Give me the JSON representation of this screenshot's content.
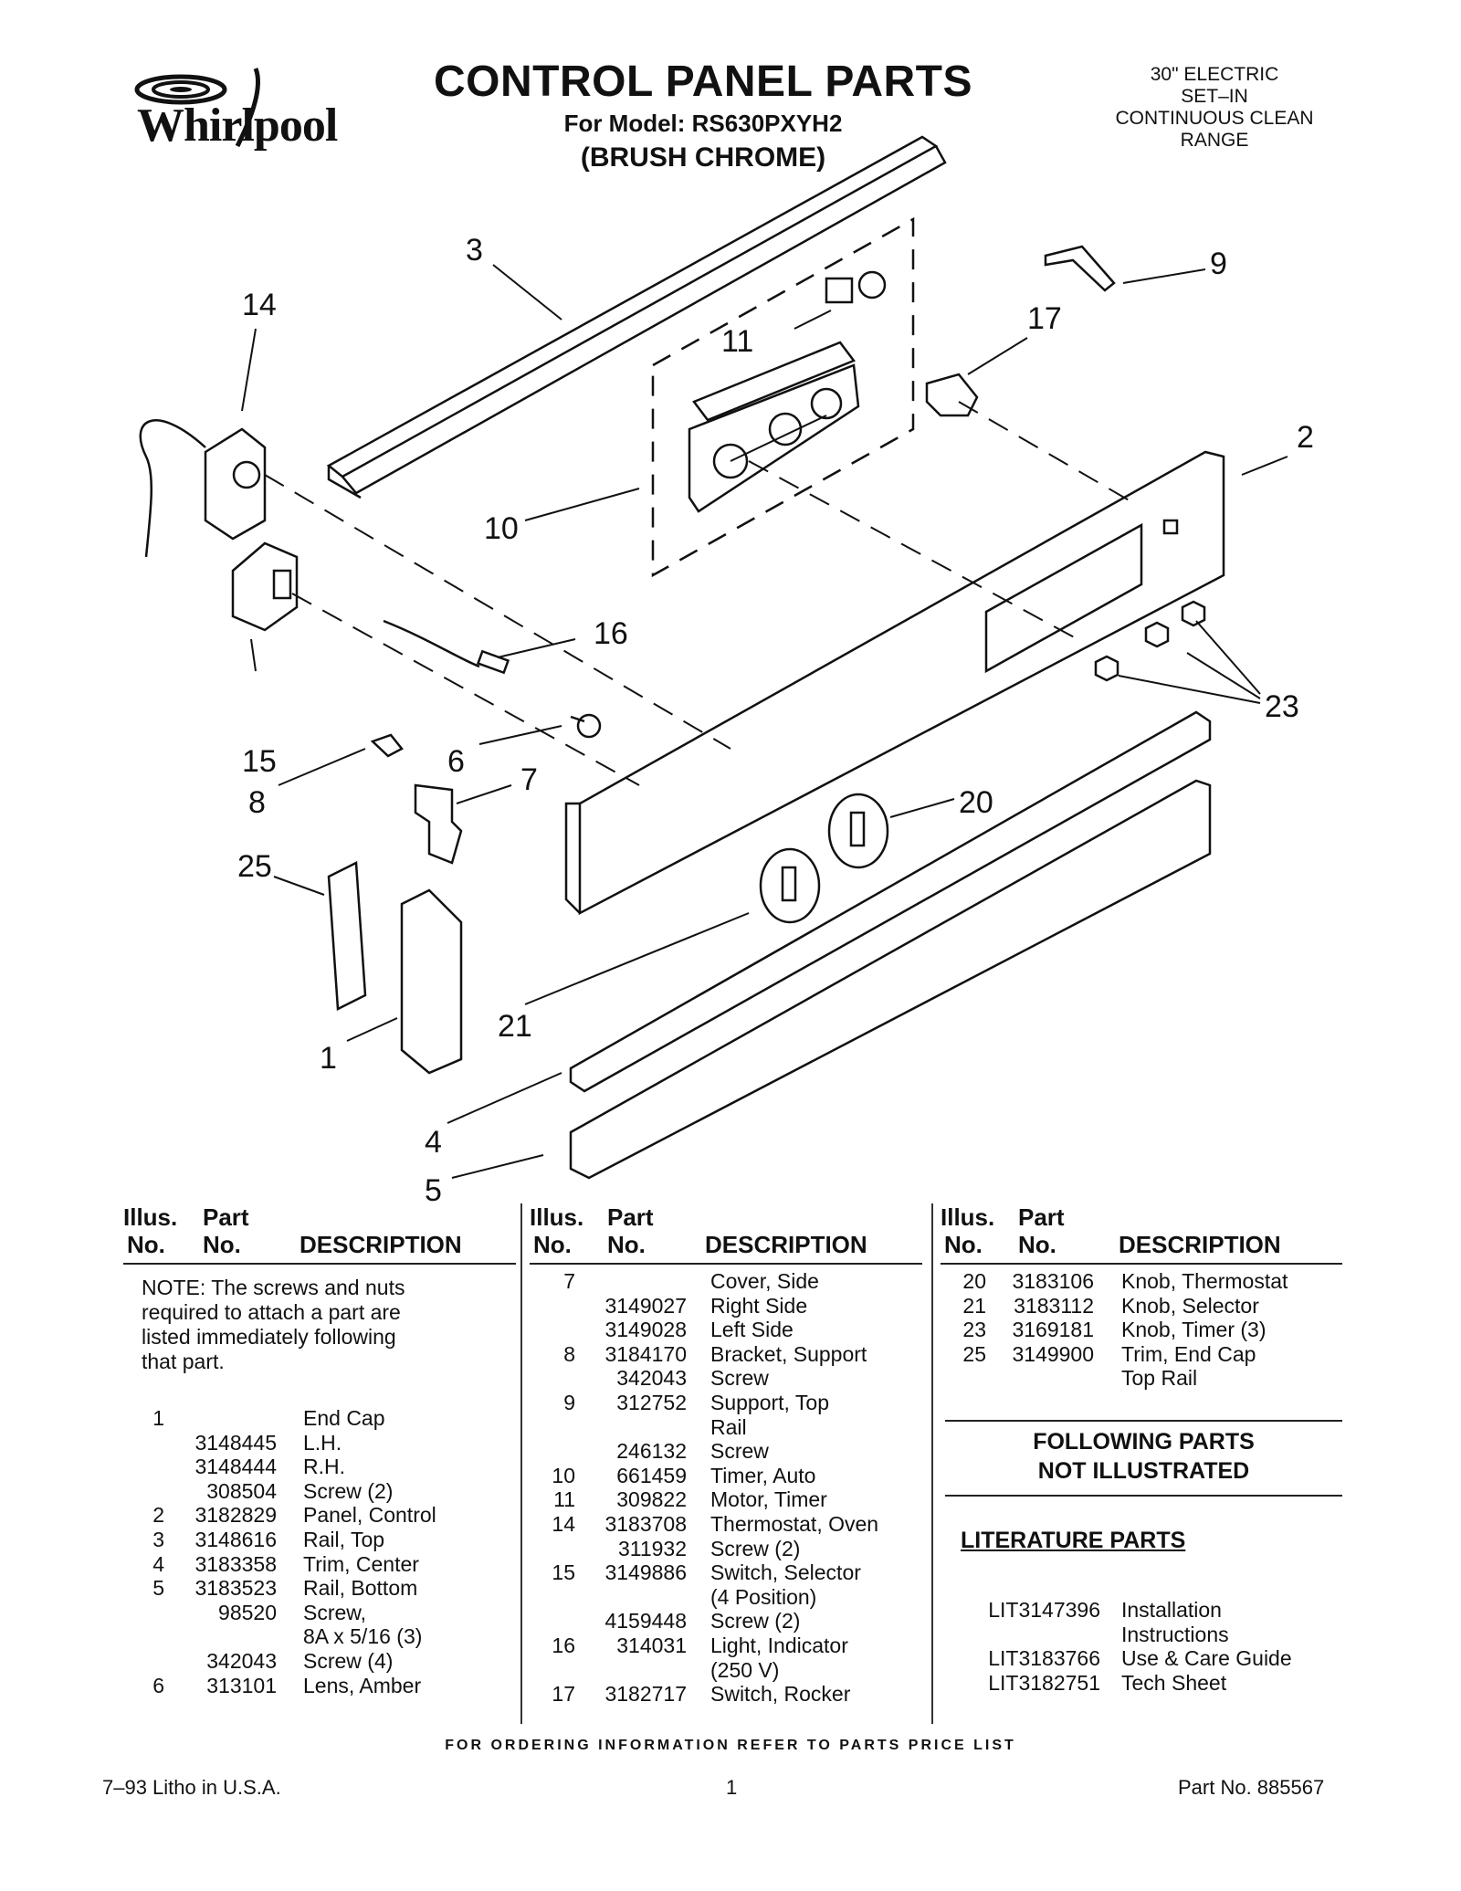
{
  "header": {
    "brand": "Whirlpool",
    "title": "CONTROL PANEL PARTS",
    "model_line": "For Model: RS630PXYH2",
    "variant": "(BRUSH CHROME)",
    "range_info": [
      "30\" ELECTRIC",
      "SET–IN",
      "CONTINUOUS CLEAN",
      "RANGE"
    ]
  },
  "callouts": [
    "3",
    "14",
    "9",
    "17",
    "11",
    "2",
    "10",
    "16",
    "23",
    "15",
    "6",
    "8",
    "7",
    "20",
    "25",
    "21",
    "1",
    "4",
    "5"
  ],
  "table": {
    "headers": {
      "illus_1": "Illus.",
      "illus_2": "No.",
      "part_1": "Part",
      "part_2": "No.",
      "desc": "DESCRIPTION"
    },
    "note": [
      "NOTE: The screws and nuts",
      "required to attach a part are",
      "listed immediately following",
      "that part."
    ],
    "col1": [
      {
        "illus": "1",
        "part": "",
        "desc": "End Cap"
      },
      {
        "illus": "",
        "part": "3148445",
        "desc": "L.H."
      },
      {
        "illus": "",
        "part": "3148444",
        "desc": "R.H."
      },
      {
        "illus": "",
        "part": "308504",
        "desc": "Screw (2)"
      },
      {
        "illus": "2",
        "part": "3182829",
        "desc": "Panel, Control"
      },
      {
        "illus": "3",
        "part": "3148616",
        "desc": "Rail, Top"
      },
      {
        "illus": "4",
        "part": "3183358",
        "desc": "Trim, Center"
      },
      {
        "illus": "5",
        "part": "3183523",
        "desc": "Rail, Bottom"
      },
      {
        "illus": "",
        "part": "98520",
        "desc": "Screw,"
      },
      {
        "illus": "",
        "part": "",
        "desc": "8A x 5/16 (3)"
      },
      {
        "illus": "",
        "part": "342043",
        "desc": "Screw (4)"
      },
      {
        "illus": "6",
        "part": "313101",
        "desc": "Lens, Amber"
      }
    ],
    "col2": [
      {
        "illus": "7",
        "part": "",
        "desc": "Cover, Side"
      },
      {
        "illus": "",
        "part": "3149027",
        "desc": "Right Side"
      },
      {
        "illus": "",
        "part": "3149028",
        "desc": "Left Side"
      },
      {
        "illus": "8",
        "part": "3184170",
        "desc": "Bracket, Support"
      },
      {
        "illus": "",
        "part": "342043",
        "desc": "Screw"
      },
      {
        "illus": "9",
        "part": "312752",
        "desc": "Support, Top"
      },
      {
        "illus": "",
        "part": "",
        "desc": "Rail"
      },
      {
        "illus": "",
        "part": "246132",
        "desc": "Screw"
      },
      {
        "illus": "10",
        "part": "661459",
        "desc": "Timer, Auto"
      },
      {
        "illus": "11",
        "part": "309822",
        "desc": "Motor, Timer"
      },
      {
        "illus": "14",
        "part": "3183708",
        "desc": "Thermostat, Oven"
      },
      {
        "illus": "",
        "part": "311932",
        "desc": "Screw (2)"
      },
      {
        "illus": "15",
        "part": "3149886",
        "desc": "Switch, Selector"
      },
      {
        "illus": "",
        "part": "",
        "desc": "(4 Position)"
      },
      {
        "illus": "",
        "part": "4159448",
        "desc": "Screw (2)"
      },
      {
        "illus": "16",
        "part": "314031",
        "desc": "Light, Indicator"
      },
      {
        "illus": "",
        "part": "",
        "desc": "(250 V)"
      },
      {
        "illus": "17",
        "part": "3182717",
        "desc": "Switch, Rocker"
      }
    ],
    "col3": [
      {
        "illus": "20",
        "part": "3183106",
        "desc": "Knob, Thermostat"
      },
      {
        "illus": "21",
        "part": "3183112",
        "desc": "Knob, Selector"
      },
      {
        "illus": "23",
        "part": "3169181",
        "desc": "Knob, Timer (3)"
      },
      {
        "illus": "25",
        "part": "3149900",
        "desc": "Trim, End Cap"
      },
      {
        "illus": "",
        "part": "",
        "desc": "Top Rail"
      }
    ],
    "not_illustrated": [
      "FOLLOWING PARTS",
      "NOT ILLUSTRATED"
    ],
    "literature_title": "LITERATURE PARTS",
    "literature": [
      {
        "part": "LIT3147396",
        "desc": "Installation"
      },
      {
        "part": "",
        "desc": "Instructions"
      },
      {
        "part": "LIT3183766",
        "desc": "Use & Care Guide"
      },
      {
        "part": "LIT3182751",
        "desc": "Tech Sheet"
      }
    ]
  },
  "footer": {
    "ordering": "FOR ORDERING INFORMATION REFER TO PARTS PRICE LIST",
    "litho": "7–93 Litho in U.S.A.",
    "page": "1",
    "part_no": "Part No. 885567"
  }
}
